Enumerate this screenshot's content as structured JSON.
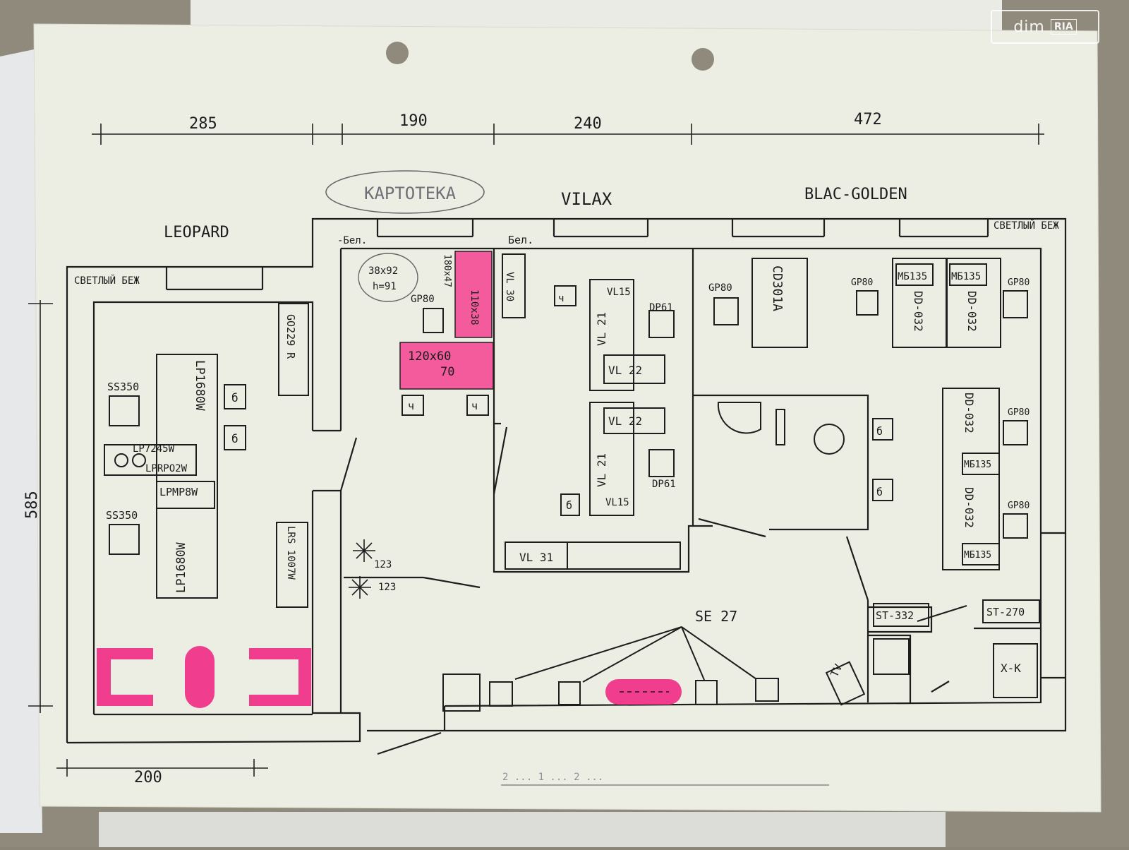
{
  "watermark": {
    "text1": "dim",
    "text2": "RIA"
  },
  "dimensions": {
    "d285": "285",
    "d190": "190",
    "d240": "240",
    "d472": "472",
    "d585": "585",
    "d200": "200"
  },
  "stores": {
    "leopard": "LEOPARD",
    "kartoteka": "КАРТОТЕКА",
    "vilax": "VILAX",
    "blac_golden": "BLAC-GOLDEN"
  },
  "colors": {
    "light_beige": "СВЕТЛЫЙ БЕЖ",
    "white": "-Бел.",
    "white2": "Бел.",
    "white3": "Бел."
  },
  "labels": {
    "ss350a": "SS350",
    "ss350b": "SS350",
    "lp1680w_a": "LP1680W",
    "lp1680w_b": "LP1680W",
    "lp7245w": "LP7245W",
    "lprpo2w": "LPRPO2W",
    "lpmp8w": "LPMP8W",
    "go229r": "GO229 R",
    "lrs1007w": "LRS 1007W",
    "b1": "б",
    "b2": "б",
    "b3": "б",
    "b4": "б",
    "b5": "б",
    "ch1": "ч",
    "ch2": "ч",
    "ch3": "ч",
    "circle_dim1": "38x92",
    "circle_dim2": "h=91",
    "pink_a1": "180x47",
    "pink_a2": "110x38",
    "pink_b1": "120x60",
    "pink_b2": "70",
    "gp80_a": "GP80",
    "vl30": "VL 30",
    "vl15a": "VL15",
    "vl21a": "VL 21",
    "vl22a": "VL 22",
    "vl22b": "VL 22",
    "vl21b": "VL 21",
    "vl15b": "VL15",
    "vl31": "VL 31",
    "dp61a": "DP61",
    "dp61b": "DP61",
    "gp80_b": "GP80",
    "cd301a": "CD301A",
    "gp80_c": "GP80",
    "mb135a": "MБ135",
    "mb135b": "MБ135",
    "dd032a": "DD-032",
    "dd032b": "DD-032",
    "gp80_d": "GP80",
    "dd032c": "DD-032",
    "gp80_e": "GP80",
    "mb135c": "MБ135",
    "dd032d": "DD-032",
    "gp80_f": "GP80",
    "mb135d": "MБ135",
    "st332": "ST-332",
    "st270": "ST-270",
    "xk": "X-K",
    "tv": "TV",
    "se27": "SE 27",
    "n123a": "123",
    "n123b": "123"
  },
  "notes": {
    "line2": "2 ... 1 ... 2 ..."
  }
}
